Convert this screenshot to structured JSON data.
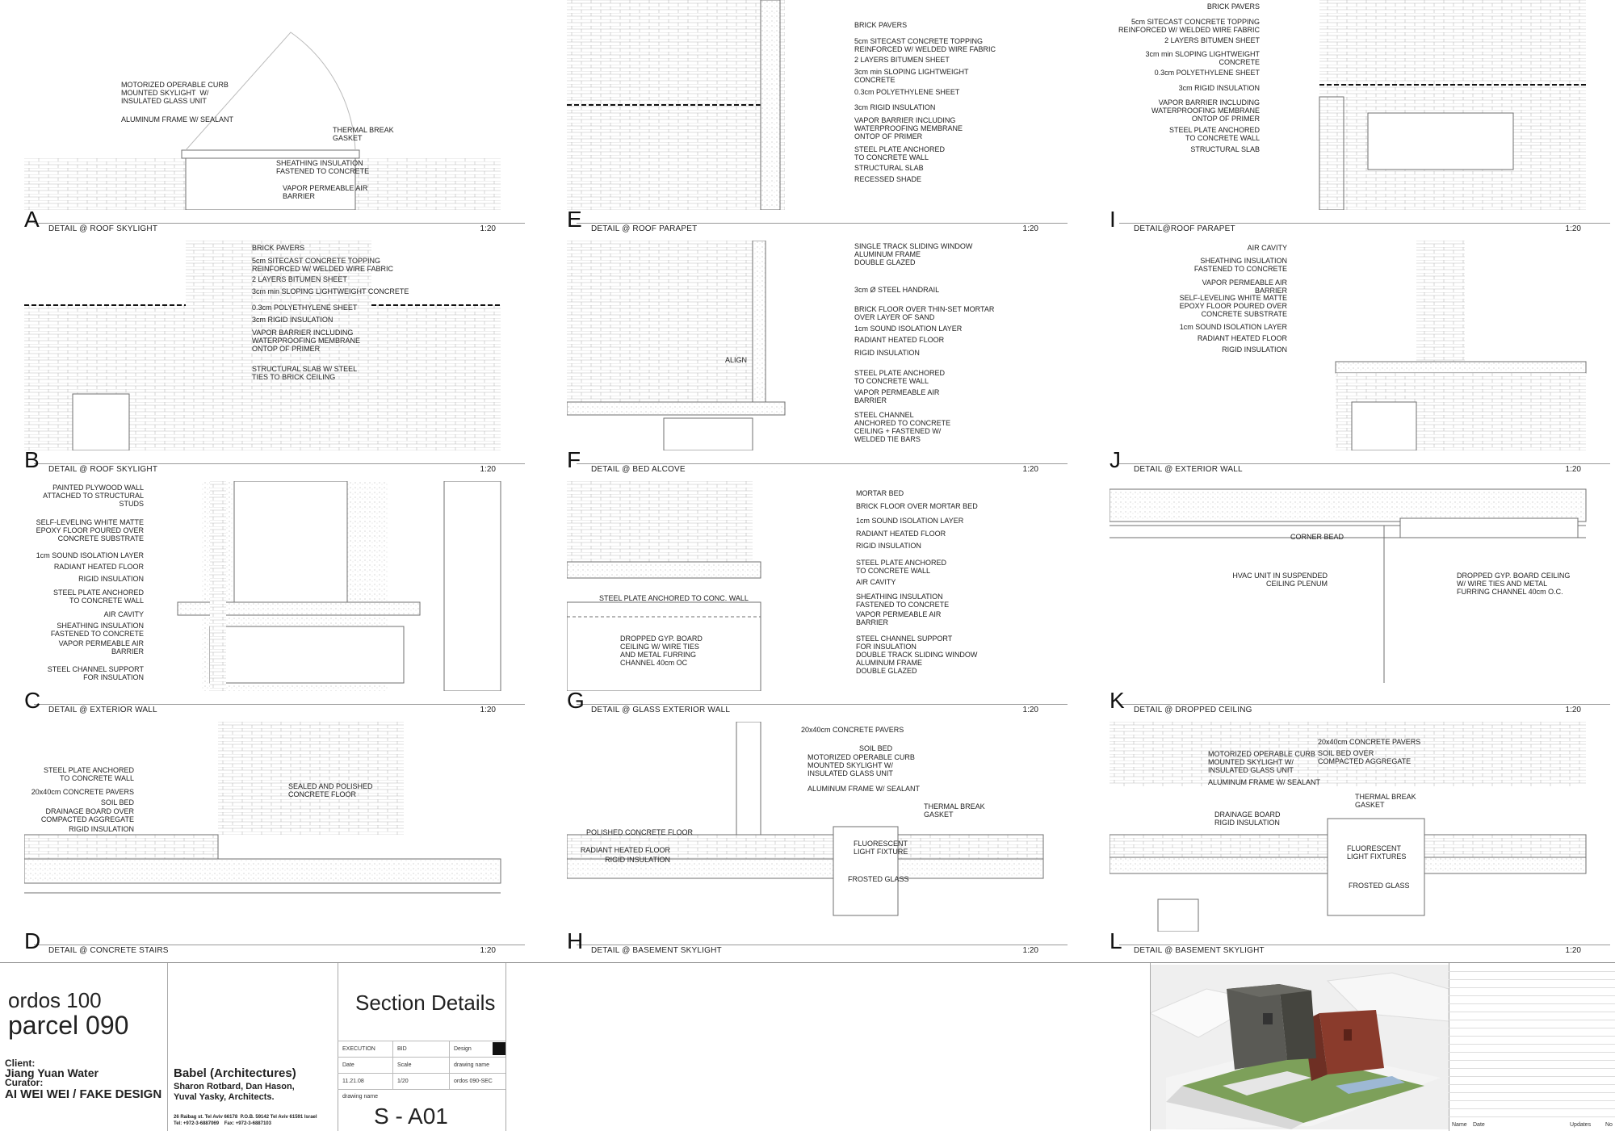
{
  "panels": [
    {
      "letter": "A",
      "title": "DETAIL @ ROOF SKYLIGHT",
      "scale": "1:20",
      "notes": [
        "MOTORIZED OPERABLE CURB\nMOUNTED SKYLIGHT  W/\nINSULATED GLASS UNIT",
        "ALUMINUM FRAME W/ SEALANT",
        "THERMAL BREAK\nGASKET",
        "SHEATHING INSULATION\nFASTENED TO CONCRETE",
        "VAPOR PERMEABLE AIR\nBARRIER"
      ]
    },
    {
      "letter": "B",
      "title": "DETAIL @ ROOF SKYLIGHT",
      "scale": "1:20",
      "notes": [
        "BRICK PAVERS",
        "5cm SITECAST CONCRETE TOPPING\nREINFORCED W/ WELDED WIRE FABRIC",
        "2 LAYERS BITUMEN SHEET",
        "3cm min SLOPING LIGHTWEIGHT CONCRETE",
        "0.3cm POLYETHYLENE SHEET",
        "3cm RIGID INSULATION",
        "VAPOR BARRIER INCLUDING\nWATERPROOFING MEMBRANE\nONTOP OF PRIMER",
        "STRUCTURAL SLAB W/ STEEL\nTIES TO BRICK CEILING"
      ]
    },
    {
      "letter": "C",
      "title": "DETAIL @ EXTERIOR WALL",
      "scale": "1:20",
      "notes": [
        "PAINTED PLYWOOD WALL\nATTACHED TO STRUCTURAL\nSTUDS",
        "SELF-LEVELING WHITE MATTE\nEPOXY FLOOR POURED OVER\nCONCRETE SUBSTRATE",
        "1cm SOUND ISOLATION LAYER",
        "RADIANT HEATED FLOOR",
        "RIGID INSULATION",
        "STEEL PLATE ANCHORED\nTO CONCRETE WALL",
        "AIR CAVITY",
        "SHEATHING INSULATION\nFASTENED TO CONCRETE",
        "VAPOR PERMEABLE AIR\nBARRIER",
        "STEEL CHANNEL SUPPORT\nFOR INSULATION"
      ]
    },
    {
      "letter": "D",
      "title": "DETAIL @ CONCRETE STAIRS",
      "scale": "1:20",
      "notes": [
        "STEEL PLATE ANCHORED\nTO CONCRETE WALL",
        "20x40cm CONCRETE PAVERS",
        "SOIL BED",
        "DRAINAGE BOARD OVER\nCOMPACTED AGGREGATE",
        "RIGID INSULATION",
        "SEALED AND POLISHED\nCONCRETE FLOOR"
      ]
    },
    {
      "letter": "E",
      "title": "DETAIL @ ROOF PARAPET",
      "scale": "1:20",
      "notes": [
        "BRICK PAVERS",
        "5cm SITECAST CONCRETE TOPPING\nREINFORCED W/ WELDED WIRE FABRIC",
        "2 LAYERS BITUMEN SHEET",
        "3cm min SLOPING LIGHTWEIGHT\nCONCRETE",
        "0.3cm POLYETHYLENE SHEET",
        "3cm RIGID INSULATION",
        "VAPOR BARRIER INCLUDING\nWATERPROOFING MEMBRANE\nONTOP OF PRIMER",
        "STEEL PLATE ANCHORED\nTO CONCRETE WALL",
        "STRUCTURAL SLAB",
        "RECESSED SHADE"
      ]
    },
    {
      "letter": "F",
      "title": "DETAIL @ BED ALCOVE",
      "scale": "1:20",
      "notes": [
        "SINGLE TRACK SLIDING WINDOW\nALUMINUM FRAME\nDOUBLE GLAZED",
        "3cm Ø STEEL HANDRAIL",
        "BRICK FLOOR OVER THIN-SET MORTAR\nOVER LAYER OF SAND",
        "1cm SOUND ISOLATION LAYER",
        "RADIANT HEATED FLOOR",
        "RIGID INSULATION",
        "STEEL PLATE ANCHORED\nTO CONCRETE WALL",
        "VAPOR PERMEABLE AIR\nBARRIER",
        "STEEL CHANNEL\nANCHORED TO CONCRETE\nCEILING + FASTENED W/\nWELDED TIE BARS",
        "ALIGN"
      ]
    },
    {
      "letter": "G",
      "title": "DETAIL @ GLASS EXTERIOR WALL",
      "scale": "1:20",
      "notes": [
        "MORTAR BED",
        "BRICK FLOOR OVER MORTAR BED",
        "1cm SOUND ISOLATION LAYER",
        "RADIANT HEATED FLOOR",
        "RIGID INSULATION",
        "STEEL PLATE ANCHORED\nTO CONCRETE WALL",
        "AIR CAVITY",
        "SHEATHING INSULATION\nFASTENED TO CONCRETE",
        "VAPOR PERMEABLE AIR\nBARRIER",
        "STEEL CHANNEL SUPPORT\nFOR INSULATION\nDOUBLE TRACK SLIDING WINDOW\nALUMINUM FRAME\nDOUBLE GLAZED",
        "STEEL PLATE ANCHORED TO CONC. WALL",
        "DROPPED GYP. BOARD\nCEILING W/ WIRE TIES\nAND METAL FURRING\nCHANNEL 40cm OC"
      ]
    },
    {
      "letter": "H",
      "title": "DETAIL @ BASEMENT SKYLIGHT",
      "scale": "1:20",
      "notes": [
        "20x40cm CONCRETE PAVERS",
        "SOIL BED",
        "MOTORIZED OPERABLE CURB\nMOUNTED SKYLIGHT W/\nINSULATED GLASS UNIT",
        "ALUMINUM FRAME W/ SEALANT",
        "THERMAL BREAK\nGASKET",
        "POLISHED CONCRETE FLOOR",
        "RADIANT HEATED FLOOR",
        "RIGID INSULATION",
        "FLUORESCENT\nLIGHT FIXTURE",
        "FROSTED GLASS"
      ]
    },
    {
      "letter": "I",
      "title": "DETAIL@ROOF PARAPET",
      "scale": "1:20",
      "notes": [
        "BRICK PAVERS",
        "5cm SITECAST CONCRETE TOPPING\nREINFORCED W/ WELDED WIRE FABRIC",
        "2 LAYERS BITUMEN SHEET",
        "3cm min SLOPING LIGHTWEIGHT\nCONCRETE",
        "0.3cm POLYETHYLENE SHEET",
        "3cm RIGID INSULATION",
        "VAPOR BARRIER INCLUDING\nWATERPROOFING MEMBRANE\nONTOP OF PRIMER",
        "STEEL PLATE ANCHORED\nTO CONCRETE WALL",
        "STRUCTURAL SLAB"
      ]
    },
    {
      "letter": "J",
      "title": "DETAIL @ EXTERIOR WALL",
      "scale": "1:20",
      "notes": [
        "AIR CAVITY",
        "SHEATHING INSULATION\nFASTENED TO CONCRETE",
        "VAPOR PERMEABLE AIR\nBARRIER",
        "SELF-LEVELING WHITE MATTE\nEPOXY FLOOR POURED OVER\nCONCRETE SUBSTRATE",
        "1cm SOUND ISOLATION LAYER",
        "RADIANT HEATED FLOOR",
        "RIGID INSULATION"
      ]
    },
    {
      "letter": "K",
      "title": "DETAIL @ DROPPED CEILING",
      "scale": "1:20",
      "notes": [
        "CORNER BEAD",
        "HVAC UNIT IN SUSPENDED\nCEILING PLENUM",
        "DROPPED GYP. BOARD CEILING\nW/ WIRE TIES AND METAL\nFURRING CHANNEL 40cm O.C."
      ]
    },
    {
      "letter": "L",
      "title": "DETAIL @ BASEMENT SKYLIGHT",
      "scale": "1:20",
      "notes": [
        "MOTORIZED OPERABLE CURB\nMOUNTED SKYLIGHT W/\nINSULATED GLASS UNIT",
        "ALUMINUM FRAME W/ SEALANT",
        "20x40cm CONCRETE PAVERS",
        "SOIL BED OVER\nCOMPACTED AGGREGATE",
        "THERMAL BREAK\nGASKET",
        "DRAINAGE BOARD\nRIGID INSULATION",
        "FLUORESCENT\nLIGHT FIXTURES",
        "FROSTED GLASS"
      ]
    }
  ],
  "titleblock": {
    "project_line1": "ordos 100",
    "project_line2": "parcel 090",
    "client_label": "Client:",
    "client": "Jiang Yuan Water",
    "curator_label": "Curator:",
    "curator": "AI WEI WEI / FAKE DESIGN",
    "firm": "Babel (Architectures)",
    "architects": "Sharon Rotbard, Dan Hason,\nYuval Yasky, Architects.",
    "address": "26 Raibag st. Tel Aviv 66178  P.O.B. 59142 Tel Aviv 61591 Israel\nTel: +972-3-6887069    Fax: +972-3-6887103",
    "sheet_title": "Section Details",
    "cells": {
      "execution": "EXECUTION",
      "bid": "BID",
      "design": "Design",
      "date_label": "Date",
      "scale_label": "Scale",
      "drawing_name_label": "drawing name",
      "date": "11.21.08",
      "scale": "1/20",
      "drawing_name": "ordos 090-SEC",
      "drawing_name_label2": "drawing name"
    },
    "sheet_number": "S - A01",
    "rev_headers": {
      "name": "Name",
      "date": "Date",
      "updates": "Updates",
      "no": "No"
    }
  },
  "colors": {
    "line": "#6f6f6f",
    "brick": "#b9b9b9",
    "cube_dark": "#5a5a55",
    "cube_red": "#8a3b2c",
    "roof_green": "#7da05a"
  }
}
